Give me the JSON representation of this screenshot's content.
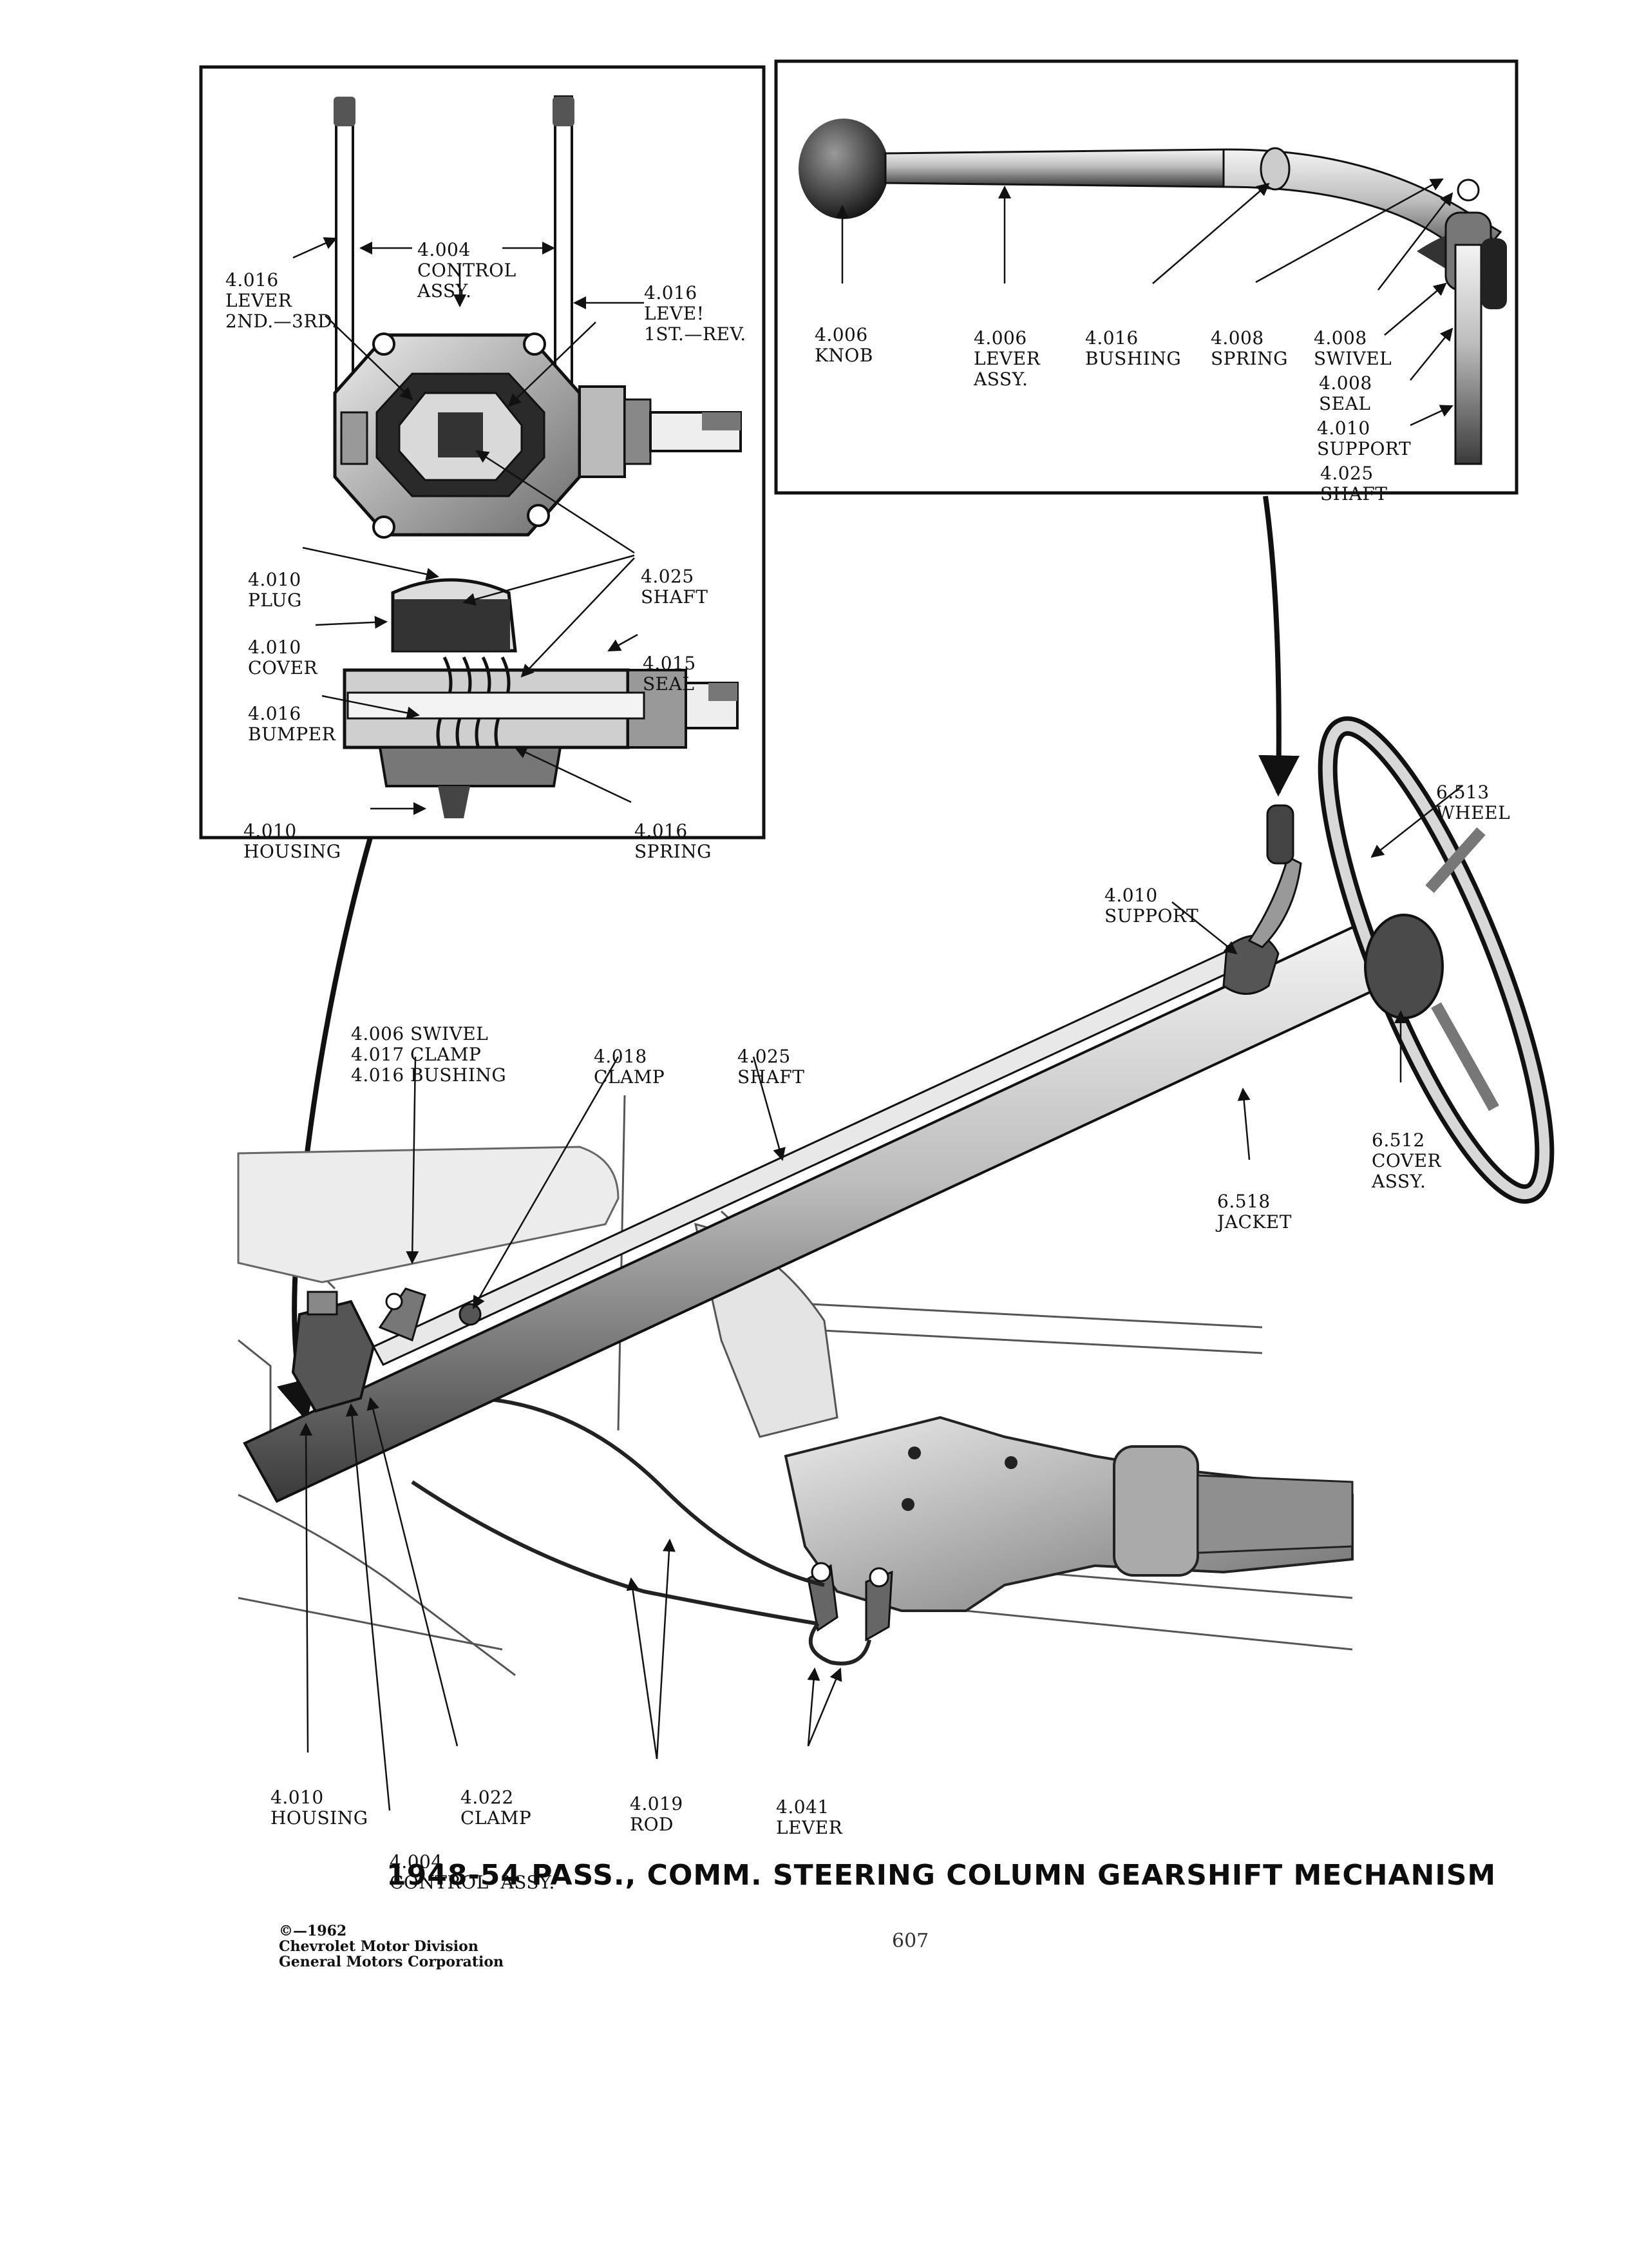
{
  "inset_control": {
    "lever_2nd_3rd": [
      "4.016",
      "LEVER",
      "2ND.—3RD."
    ],
    "control_assy": [
      "4.004",
      "CONTROL",
      "ASSY."
    ],
    "lever_1st_rev": [
      "4.016",
      "LEVE!",
      "1ST.—REV."
    ],
    "plug": [
      "4.010",
      "PLUG"
    ],
    "shaft": [
      "4.025",
      "SHAFT"
    ],
    "cover": [
      "4.010",
      "COVER"
    ],
    "seal": [
      "4.015",
      "SEAL"
    ],
    "bumper": [
      "4.016",
      "BUMPER"
    ],
    "housing": [
      "4.010",
      "HOUSING"
    ],
    "spring": [
      "4.016",
      "SPRING"
    ]
  },
  "inset_lever": {
    "knob": [
      "4.006",
      "KNOB"
    ],
    "lever_assy": [
      "4.006",
      "LEVER",
      "ASSY."
    ],
    "bushing": [
      "4.016",
      "BUSHING"
    ],
    "spring": [
      "4.008",
      "SPRING"
    ],
    "swivel": [
      "4.008",
      "SWIVEL"
    ],
    "seal": [
      "4.008",
      "SEAL"
    ],
    "support": [
      "4.010",
      "SUPPORT"
    ],
    "shaft": [
      "4.025",
      "SHAFT"
    ]
  },
  "main": {
    "wheel": [
      "6.513",
      "WHEEL"
    ],
    "support": [
      "4.010",
      "SUPPORT"
    ],
    "swivel_group": [
      "4.006 SWIVEL",
      "4.017 CLAMP",
      "4.016 BUSHING"
    ],
    "clamp_4018": [
      "4.018",
      "CLAMP"
    ],
    "shaft": [
      "4.025",
      "SHAFT"
    ],
    "cover_assy": [
      "6.512",
      "COVER",
      "ASSY."
    ],
    "jacket": [
      "6.518",
      "JACKET"
    ],
    "housing": [
      "4.010",
      "HOUSING"
    ],
    "clamp_4022": [
      "4.022",
      "CLAMP"
    ],
    "rod": [
      "4.019",
      "ROD"
    ],
    "lever": [
      "4.041",
      "LEVER"
    ],
    "control_assy": [
      "4.004",
      "CONTROL  ASSY."
    ]
  },
  "title": "1948-54 PASS., COMM. STEERING COLUMN GEARSHIFT MECHANISM",
  "copyright": [
    "©—1962",
    "Chevrolet Motor Division",
    "General Motors Corporation"
  ],
  "page_number": "607"
}
